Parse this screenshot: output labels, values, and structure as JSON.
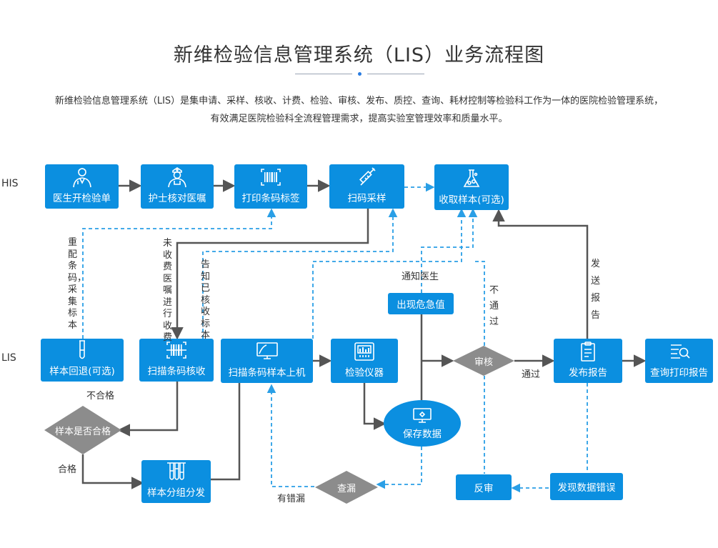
{
  "title": "新维检验信息管理系统（LIS）业务流程图",
  "description": [
    "新维检验信息管理系统（LIS）是集申请、采样、核收、计费、检验、审核、发布、质控、查询、耗材控制等检验科工作为一体的医院检验管理系统，",
    "有效满足医院检验科全流程管理需求，提高实验室管理效率和质量水平。"
  ],
  "lanes": {
    "his": "HIS",
    "lis": "LIS"
  },
  "nodes": {
    "doctor_order": "医生开检验单",
    "nurse_check": "护士核对医嘱",
    "print_barcode": "打印条码标签",
    "scan_collect": "扫码采样",
    "receive_sample": "收取样本(可选)",
    "sample_return": "样本回退(可选)",
    "scan_receive": "扫描条码核收",
    "scan_load": "扫描条码样本上机",
    "instrument": "检验仪器",
    "critical_value": "出现危急值",
    "save_data": "保存数据",
    "publish_report": "发布报告",
    "query_print": "查询打印报告",
    "group_distribute": "样本分组分发",
    "reverse_audit": "反审",
    "find_error": "发现数据错误"
  },
  "decisions": {
    "qualified": "样本是否合格",
    "audit": "审核",
    "check_missing": "查漏"
  },
  "labels": {
    "recode_collect": "重配条码，采集标本",
    "unpaid_charge": "未收费医嘱进行收费",
    "notify_checked": "告知已核收标本",
    "notify_doctor": "通知医生",
    "not_pass": "不通过",
    "send_report": "发送报告",
    "unqualified": "不合格",
    "qualified": "合格",
    "pass": "通过",
    "has_error": "有错漏"
  },
  "colors": {
    "box": "#0b8fe0",
    "decision": "#8c8c8c",
    "solid_line": "#555555",
    "dashed_line": "#2a9fe6"
  },
  "icons": {
    "doctor_order": "doctor-icon",
    "nurse_check": "nurse-icon",
    "print_barcode": "barcode-icon",
    "scan_collect": "syringe-icon",
    "receive_sample": "flask-icon",
    "sample_return": "test-tube-icon",
    "scan_receive": "barcode-scan-icon",
    "scan_load": "monitor-icon",
    "instrument": "instrument-icon",
    "save_data": "computer-icon",
    "publish_report": "clipboard-icon",
    "query_print": "search-document-icon",
    "group_distribute": "test-tubes-icon"
  }
}
